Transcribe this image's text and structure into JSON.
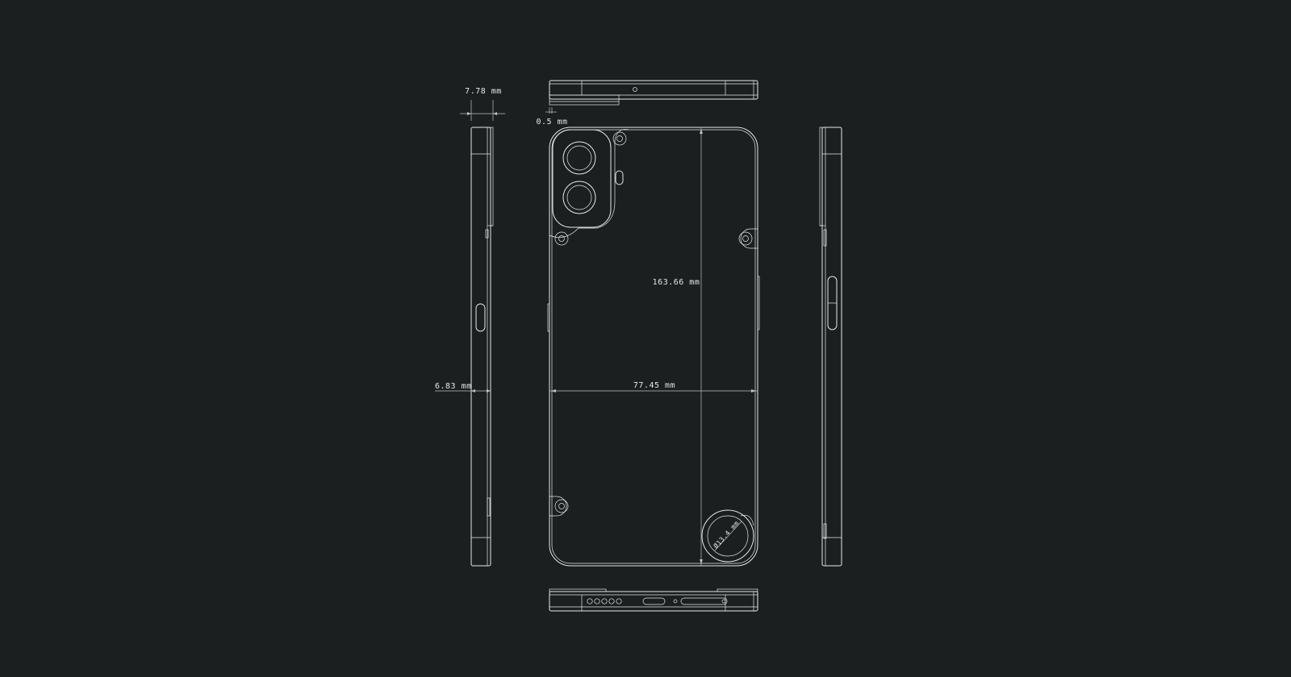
{
  "colors": {
    "background": "#1b1f1f",
    "line": "#e6e9e8",
    "dim_line": "#bfc4c3",
    "text": "#e6e9e8"
  },
  "dimensions": {
    "depth_max": "7.78  mm",
    "camera_protrusion": "0.5  mm",
    "depth_body": "6.83 mm",
    "height": "163.66  mm",
    "width": "77.45  mm",
    "glyph_diameter": "Ø13.4  mm"
  }
}
